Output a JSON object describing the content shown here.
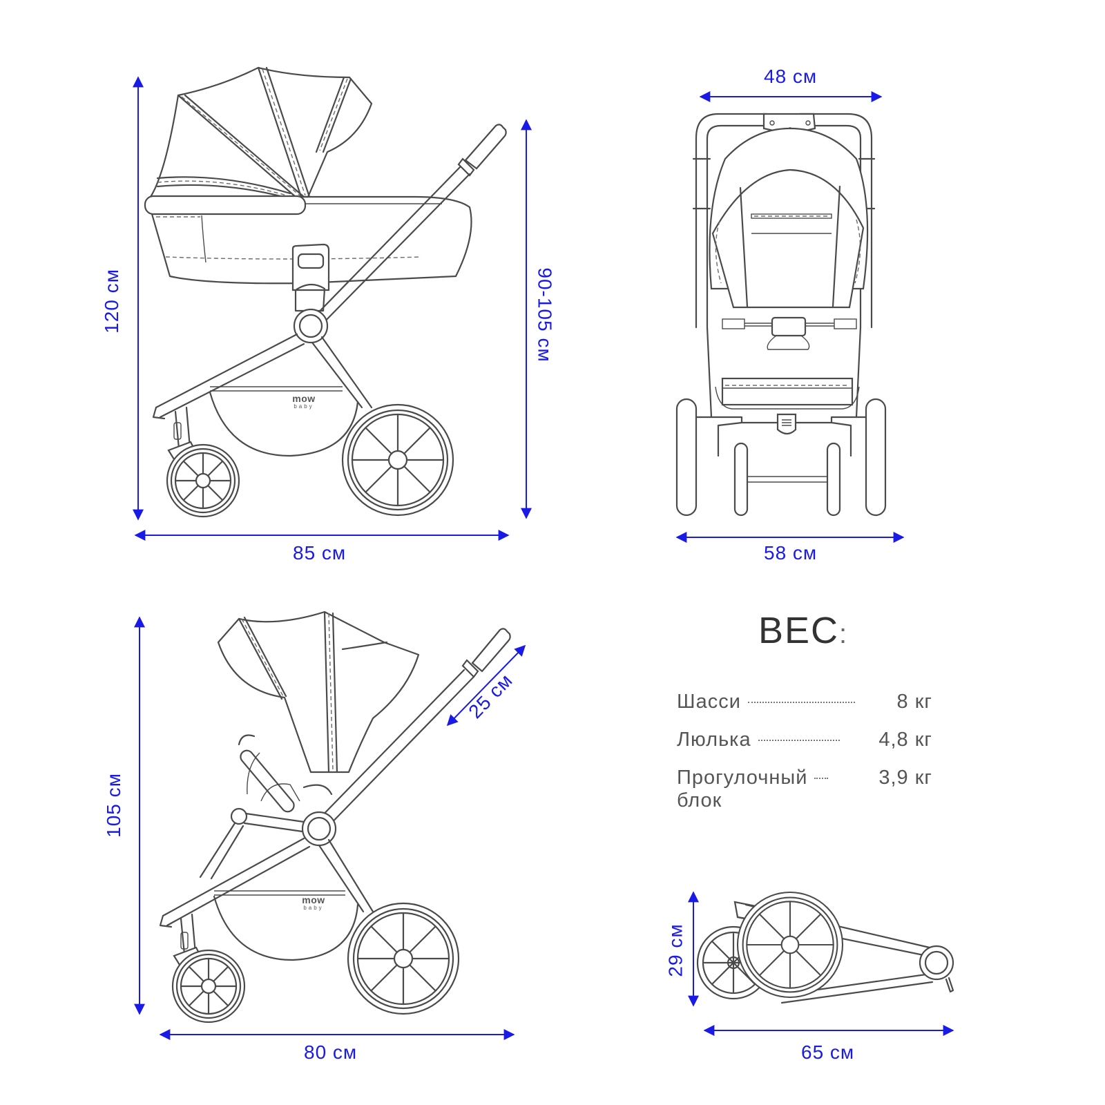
{
  "diagram": {
    "brand": {
      "name": "mow",
      "sub": "baby"
    },
    "views": {
      "carrycot_side": {
        "height_label": "120 см",
        "handle_height_label": "90-105 см",
        "length_label": "85 см"
      },
      "front": {
        "top_width_label": "48 см",
        "wheelbase_width_label": "58 см"
      },
      "stroller_side": {
        "height_label": "105 см",
        "handle_extension_label": "25 см",
        "length_label": "80 см"
      },
      "folded": {
        "height_label": "29 см",
        "length_label": "65 см"
      }
    },
    "weight": {
      "title": "ВЕС",
      "colon": ":",
      "items": [
        {
          "name": "Шасси",
          "value": "8 кг"
        },
        {
          "name": "Люлька",
          "value": "4,8 кг"
        },
        {
          "name": "Прогулочный",
          "name2": "блок",
          "value": "3,9 кг"
        }
      ]
    },
    "colors": {
      "dimension": "#1a1ae6",
      "outline": "#4a4a4a",
      "text": "#333333"
    }
  }
}
